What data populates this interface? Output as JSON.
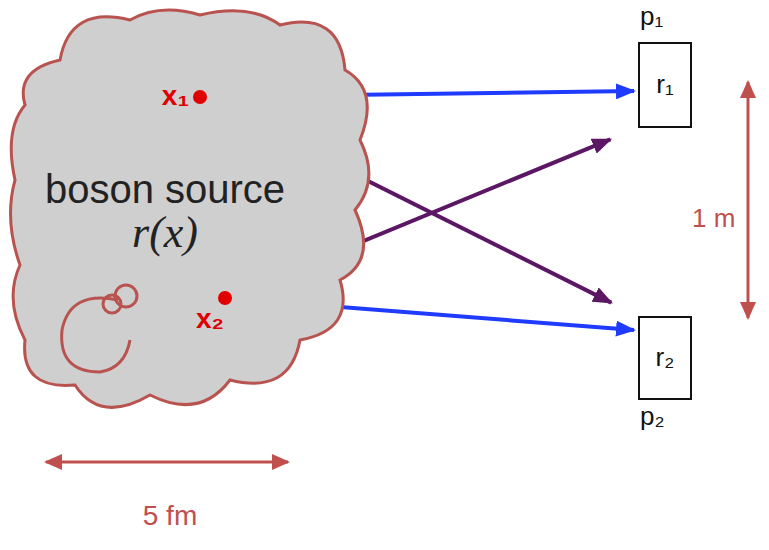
{
  "diagram": {
    "nodes": [
      {
        "text": [
          "boson source",
          "r(x)"
        ]
      },
      {
        "text": [
          "x₁"
        ],
        "in": 0
      },
      {
        "text": [
          "x₂"
        ],
        "in": 0
      },
      {
        "text": [
          "r₁"
        ]
      },
      {
        "text": [
          "r₂"
        ]
      }
    ],
    "edges": [
      {
        "from": 1,
        "to": 3,
        "arrow": "to"
      },
      {
        "from": 1,
        "to": 4,
        "arrow": "to"
      },
      {
        "from": 2,
        "to": 3,
        "arrow": "to"
      },
      {
        "from": 2,
        "to": 4,
        "arrow": "to"
      }
    ],
    "labels": [
      "p₁",
      "p₂",
      "1 m",
      "5 fm"
    ]
  }
}
